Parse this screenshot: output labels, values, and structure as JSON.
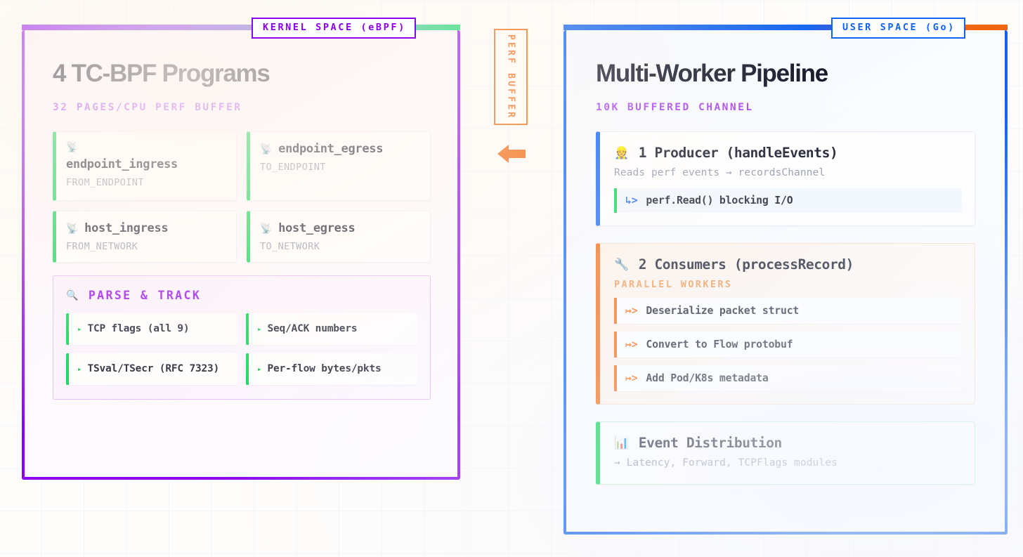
{
  "kernel": {
    "badge": "KERNEL SPACE (eBPF)",
    "title": "4 TC-BPF Programs",
    "subtitle": "32 PAGES/CPU PERF BUFFER",
    "accent": "#8b00ee",
    "programs": [
      {
        "icon": "satellite-antenna-icon",
        "glyph": "📡",
        "name": "endpoint_ingress",
        "direction": "FROM_ENDPOINT"
      },
      {
        "icon": "satellite-antenna-icon",
        "glyph": "📡",
        "name": "endpoint_egress",
        "direction": "TO_ENDPOINT"
      },
      {
        "icon": "satellite-antenna-icon",
        "glyph": "📡",
        "name": "host_ingress",
        "direction": "FROM_NETWORK"
      },
      {
        "icon": "satellite-antenna-icon",
        "glyph": "📡",
        "name": "host_egress",
        "direction": "TO_NETWORK"
      }
    ],
    "parse": {
      "icon": "magnifier-icon",
      "glyph": "🔍",
      "heading": "PARSE & TRACK",
      "items": [
        "TCP flags (all 9)",
        "Seq/ACK numbers",
        "TSval/TSecr (RFC 7323)",
        "Per-flow bytes/pkts"
      ],
      "bullet": "▸"
    }
  },
  "bridge": {
    "label": "PERF BUFFER",
    "arrow_direction": "left",
    "color": "#f2660d"
  },
  "user": {
    "badge": "USER SPACE (Go)",
    "title": "Multi-Worker Pipeline",
    "subtitle": "10K BUFFERED CHANNEL",
    "accent": "#1263f0",
    "producer": {
      "icon": "worker-icon",
      "glyph": "👷",
      "heading": "1 Producer (handleEvents)",
      "description": "Reads perf events → recordsChannel",
      "detail_arrow": "↳>",
      "detail": "perf.Read() blocking I/O"
    },
    "consumers": {
      "icon": "wrench-icon",
      "glyph": "🔧",
      "heading": "2 Consumers (processRecord)",
      "tag": "PARALLEL WORKERS",
      "row_arrow": "↦>",
      "rows": [
        "Deserialize packet struct",
        "Convert to Flow protobuf",
        "Add Pod/K8s metadata"
      ]
    },
    "distribution": {
      "icon": "bar-chart-icon",
      "glyph": "📊",
      "heading": "Event Distribution",
      "description": "→ Latency, Forward, TCPFlags modules"
    }
  }
}
